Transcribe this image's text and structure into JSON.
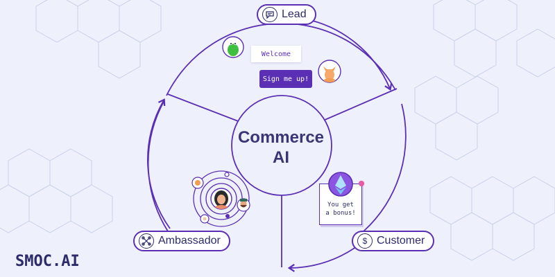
{
  "diagram": {
    "center": {
      "line1": "Commerce",
      "line2": "AI"
    },
    "stages": {
      "lead": {
        "label": "Lead",
        "icon": "chat-icon"
      },
      "customer": {
        "label": "Customer",
        "icon": "dollar-icon",
        "symbol": "$"
      },
      "ambassador": {
        "label": "Ambassador",
        "icon": "network-icon"
      }
    },
    "chat": {
      "welcome": "Welcome",
      "signup": "Sign me up!"
    },
    "bonus": {
      "line1": "You get",
      "line2": "a bonus!"
    }
  },
  "brand": {
    "logo": "SMOC.AI"
  },
  "colors": {
    "accent": "#5b2fb3",
    "text": "#2c2b6b",
    "background": "#eef1fb",
    "pink": "#e85aa6",
    "hexagon": "#c8d0ea"
  }
}
